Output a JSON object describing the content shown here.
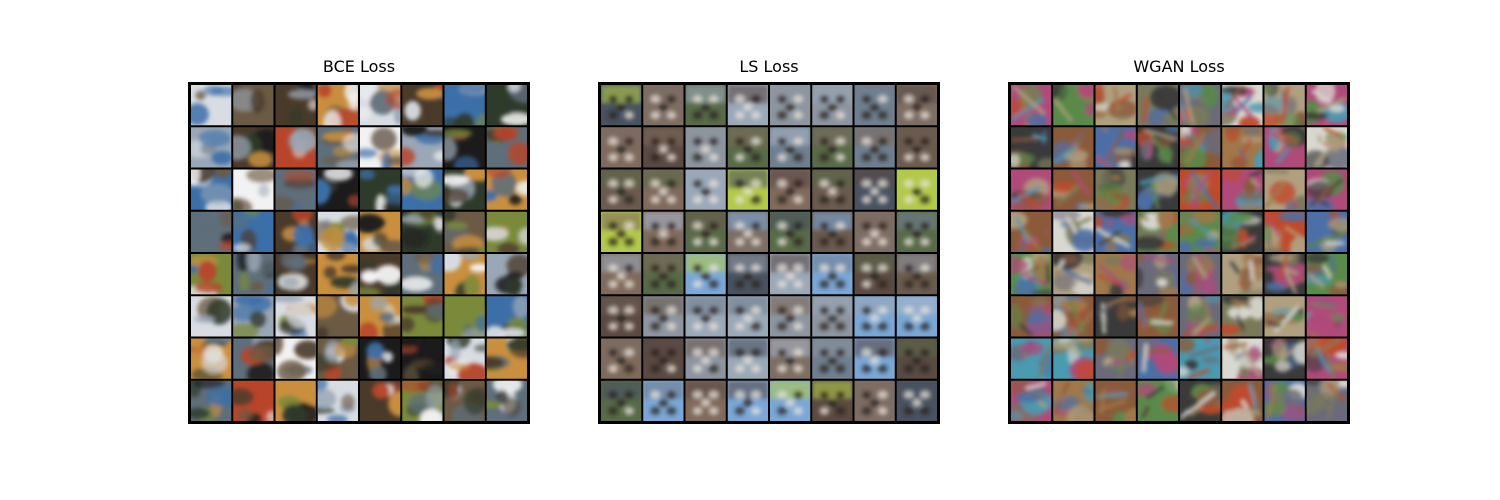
{
  "figure": {
    "panels": [
      {
        "id": "bce",
        "title": "BCE Loss",
        "rows": 8,
        "cols": 8,
        "style": "diverse high-contrast blurry samples",
        "palette": [
          "#2e3a2a",
          "#6b5a44",
          "#1b1b1b",
          "#d8dde3",
          "#3c6fa8",
          "#b8452a",
          "#7a8a3a",
          "#9aa7b6",
          "#f2f2f2",
          "#4a3a2a",
          "#c98f3e",
          "#5e6e7a"
        ]
      },
      {
        "id": "ls",
        "title": "LS Loss",
        "rows": 8,
        "cols": 8,
        "style": "repetitive mode-collapsed samples with similar centered blobs",
        "palette": [
          "#6b5a4e",
          "#7f6a5c",
          "#8d95a0",
          "#586a48",
          "#a8b4c6",
          "#5a4a42",
          "#9aa8b8",
          "#7aa7d6",
          "#b2c94a",
          "#495260",
          "#7d6d63",
          "#6f7f8f"
        ]
      },
      {
        "id": "wgan",
        "title": "WGAN Loss",
        "rows": 8,
        "cols": 8,
        "style": "diverse colorful textured samples",
        "palette": [
          "#7a7a5a",
          "#4b6fa6",
          "#a0784a",
          "#b04a7a",
          "#4a9ab0",
          "#c04a2a",
          "#d8d8d0",
          "#5a8a4a",
          "#8a5a3a",
          "#6a6a7a",
          "#b0a080",
          "#3a3a3a"
        ]
      }
    ]
  }
}
